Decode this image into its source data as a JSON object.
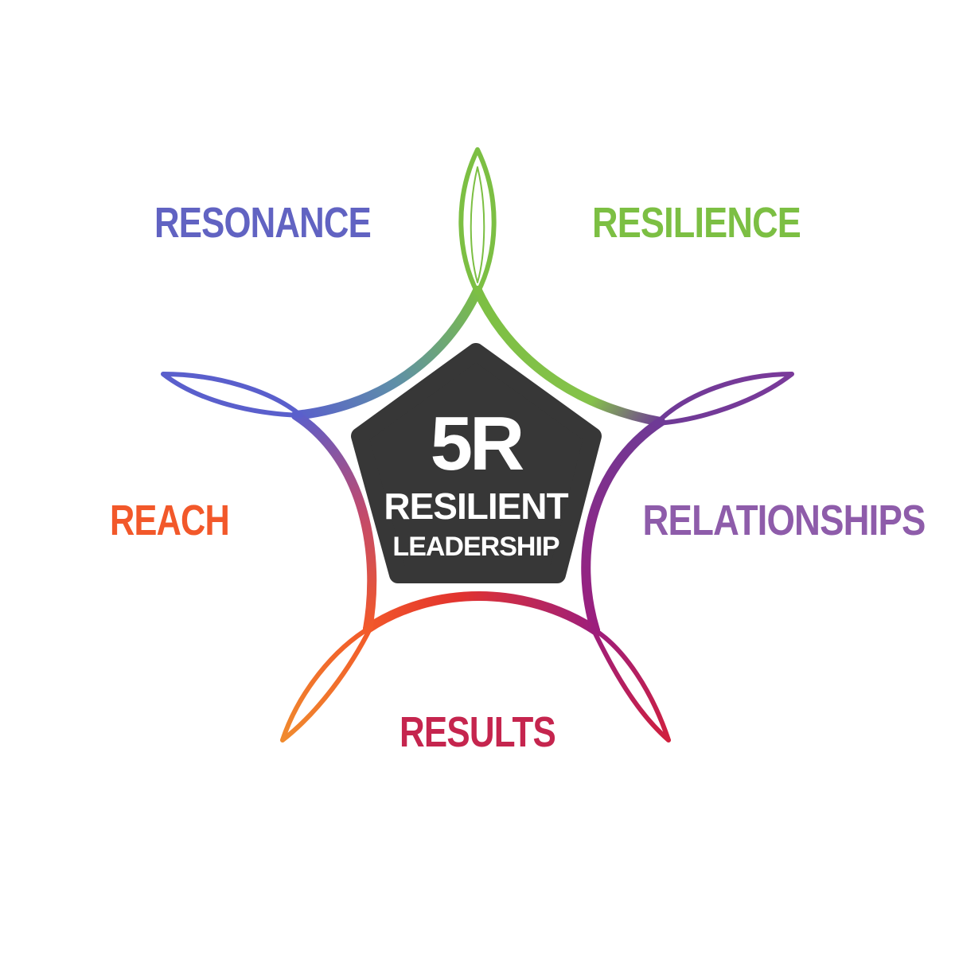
{
  "center": {
    "big": "5R",
    "line1": "RESILIENT",
    "line2": "LEADERSHIP",
    "color": "#373737"
  },
  "labels": {
    "resonance": {
      "text": "RESONANCE",
      "color": "#6163C2"
    },
    "resilience": {
      "text": "RESILIENCE",
      "color": "#7CBF43"
    },
    "relationships": {
      "text": "RELATIONSHIPS",
      "color": "#8E5CAA"
    },
    "results": {
      "text": "RESULTS",
      "color": "#C5254E"
    },
    "reach": {
      "text": "REACH",
      "color": "#F2582A"
    }
  },
  "ring_colors": {
    "top": "#7CBF43",
    "right": "#6E3A96",
    "bottom_right": "#9C1E7D",
    "bottom": "#E2332E",
    "left": "#F2582A",
    "upper_left": "#5A5FCC"
  }
}
